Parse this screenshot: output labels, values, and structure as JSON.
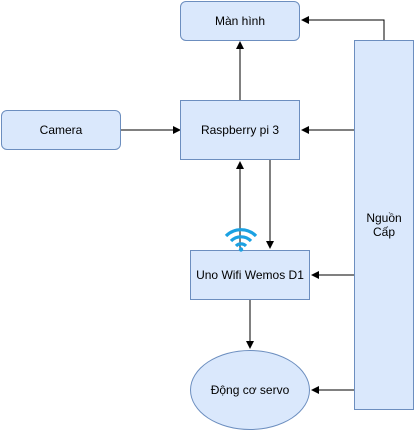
{
  "nodes": {
    "screen": "Màn hình",
    "camera": "Camera",
    "raspberry": "Raspberry pi 3",
    "wemos": "Uno Wifi Wemos D1",
    "servo": "Động cơ servo",
    "power": "Nguồn\nCấp"
  },
  "icons": {
    "wifi": "wifi-icon"
  },
  "colors": {
    "node_fill": "#dae8fc",
    "node_border": "#6c8ebf",
    "edge": "#000000",
    "wifi": "#1ba1e2"
  }
}
